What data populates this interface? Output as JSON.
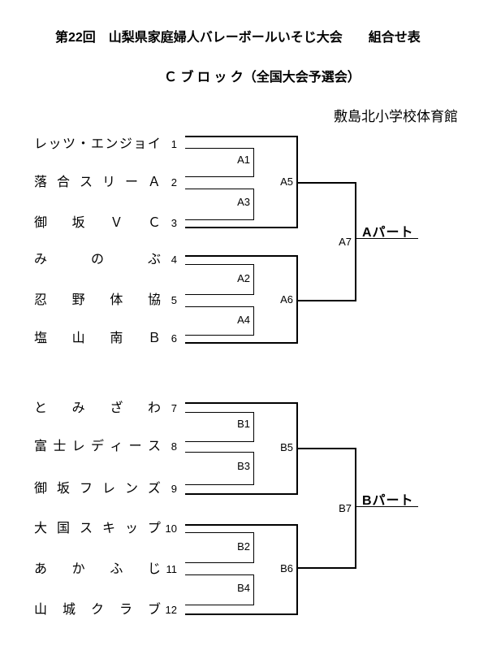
{
  "header": {
    "title": "第22回　山梨県家庭婦人バレーボールいそじ大会　　組合せ表",
    "subtitle": "Ｃ ブ ロ ッ ク（全国大会予選会）",
    "venue": "敷島北小学校体育館"
  },
  "colors": {
    "background": "#ffffff",
    "line": "#000000",
    "text": "#000000"
  },
  "bracket_a": {
    "part_label": "Aパート",
    "teams": [
      {
        "name": "レッツ・エンジョイ",
        "seed": "1"
      },
      {
        "name": "落合スリーＡ",
        "seed": "2"
      },
      {
        "name": "御坂ＶＣ",
        "seed": "3"
      },
      {
        "name": "みのぶ",
        "seed": "4"
      },
      {
        "name": "忍野体協",
        "seed": "5"
      },
      {
        "name": "塩山南Ｂ",
        "seed": "6"
      }
    ],
    "matches": {
      "r1_top1": "A1",
      "r1_top2": "A3",
      "r1_bot1": "A2",
      "r1_bot2": "A4",
      "semi_top": "A5",
      "semi_bot": "A6",
      "final": "A7"
    }
  },
  "bracket_b": {
    "part_label": "Bパート",
    "teams": [
      {
        "name": "とみざわ",
        "seed": "7"
      },
      {
        "name": "富士レディース",
        "seed": "8"
      },
      {
        "name": "御坂フレンズ",
        "seed": "9"
      },
      {
        "name": "大国スキップ",
        "seed": "10"
      },
      {
        "name": "あかふじ",
        "seed": "11"
      },
      {
        "name": "山城クラブ",
        "seed": "12"
      }
    ],
    "matches": {
      "r1_top1": "B1",
      "r1_top2": "B3",
      "r1_bot1": "B2",
      "r1_bot2": "B4",
      "semi_top": "B5",
      "semi_bot": "B6",
      "final": "B7"
    }
  }
}
